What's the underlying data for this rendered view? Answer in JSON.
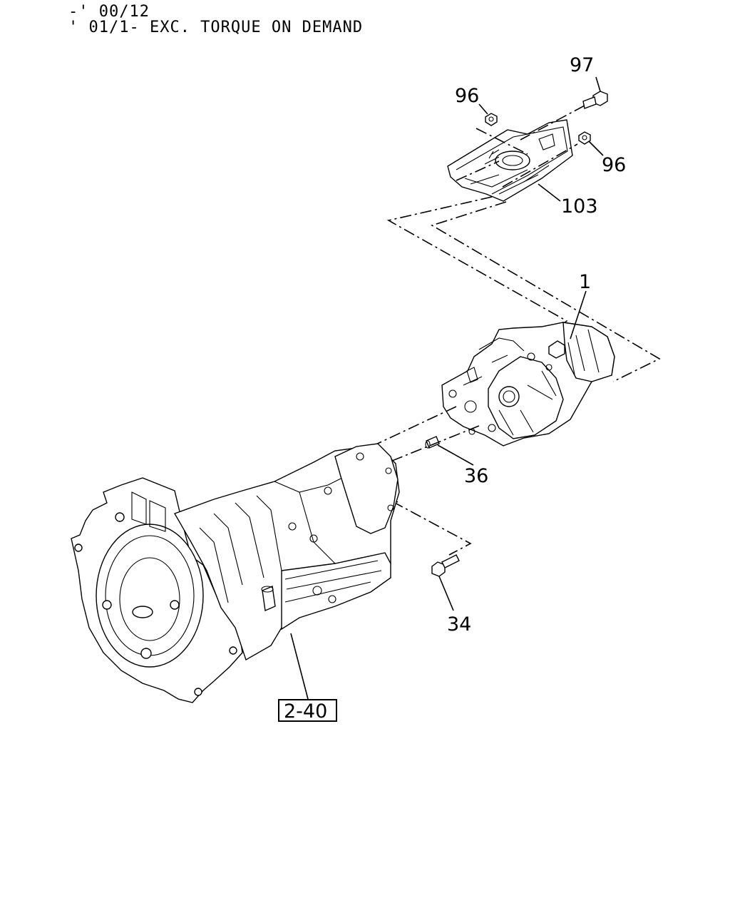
{
  "header": {
    "line1": "-' 00/12",
    "line2": "' 01/1- EXC. TORQUE ON DEMAND"
  },
  "callouts": {
    "c97": "97",
    "c96a": "96",
    "c96b": "96",
    "c103": "103",
    "c1": "1",
    "c36": "36",
    "c34": "34",
    "ref": "2-40"
  }
}
